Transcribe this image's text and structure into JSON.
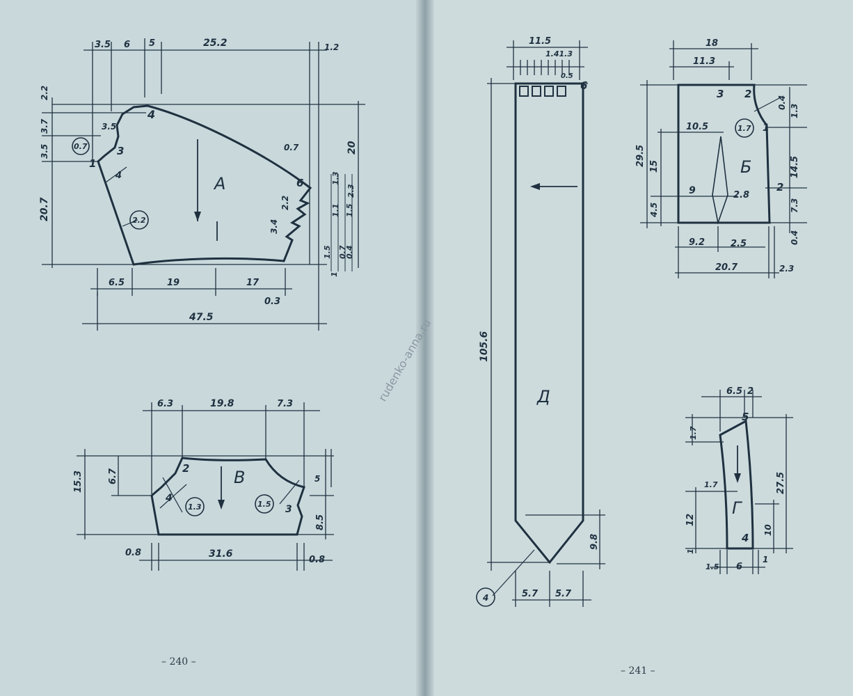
{
  "pages": {
    "left_number": "– 240 –",
    "right_number": "– 241 –"
  },
  "watermark": "rudenko-anna.ru",
  "piece_a": {
    "letter": "А",
    "dims": {
      "top_3_5": "3.5",
      "top_6": "6",
      "top_5": "5",
      "top_25_2": "25.2",
      "top_1_2": "1.2",
      "left_2_2": "2.2",
      "left_3_7": "3.7",
      "left_3_5": "3.5",
      "left_20_7": "20.7",
      "neck_3_5": "3.5",
      "right_20": "20",
      "right_0_7": "0.7",
      "bottom_6_5": "6.5",
      "bottom_19": "19",
      "bottom_17": "17",
      "bottom_0_3": "0.3",
      "bottom_47_5": "47.5",
      "side_2_2": "2.2",
      "side_3_4": "3.4",
      "side_1_5": "1.5",
      "side_1": "1",
      "col_1_3": "1.3",
      "col_2_3": "2.3",
      "col_1_1": "1.1",
      "col_1_5": "1.5",
      "col_0_7": "0.7",
      "col_0_4": "0.4"
    },
    "marks": {
      "m1": "1",
      "m3": "3",
      "m4": "4",
      "m4b": "4",
      "m6": "6"
    },
    "circles": {
      "c07": "0.7",
      "c22": "2.2"
    }
  },
  "piece_b": {
    "letter": "В",
    "dims": {
      "top_6_3": "6.3",
      "top_19_8": "19.8",
      "top_7_3": "7.3",
      "left_15_3": "15.3",
      "left_6_7": "6.7",
      "right_8_5": "8.5",
      "right_5": "5",
      "bottom_0_8_l": "0.8",
      "bottom_31_6": "31.6",
      "bottom_0_8_r": "0.8"
    },
    "marks": {
      "m2": "2",
      "m4": "4",
      "m3": "3"
    },
    "circles": {
      "c13": "1.3",
      "c15": "1.5"
    }
  },
  "piece_d": {
    "letter": "Д",
    "dims": {
      "top_11_5": "11.5",
      "top_1_4_1_3": "1.41.3",
      "top_0_5": "0.5",
      "top_6": "6",
      "left_105_6": "105.6",
      "right_9_8": "9.8",
      "bottom_5_7_l": "5.7",
      "bottom_5_7_r": "5.7"
    },
    "circles": {
      "c4": "4"
    }
  },
  "piece_be": {
    "letter": "Б",
    "dims": {
      "top_18": "18",
      "top_11_3": "11.3",
      "left_29_5": "29.5",
      "left_15": "15",
      "left_4_5": "4.5",
      "inner_10_5": "10.5",
      "inner_9": "9",
      "inner_2_8": "2.8",
      "right_1_3": "1.3",
      "right_0_4": "0.4",
      "right_14_5": "14.5",
      "right_7_3": "7.3",
      "right_0_4b": "0.4",
      "bottom_9_2": "9.2",
      "bottom_2_5": "2.5",
      "bottom_20_7": "20.7",
      "bottom_2_3": "2.3"
    },
    "marks": {
      "m3": "3",
      "m2": "2",
      "m1": "1",
      "m2b": "2"
    },
    "circles": {
      "c17": "1.7"
    }
  },
  "piece_g": {
    "letter": "Г",
    "dims": {
      "top_6_5": "6.5",
      "top_2": "2",
      "left_1_7": "1.7",
      "left_1_7b": "1.7",
      "left_12": "12",
      "left_1": "1",
      "right_27_5": "27.5",
      "right_10": "10",
      "bottom_1_5": "1.5",
      "bottom_6": "6",
      "bottom_1": "1"
    },
    "marks": {
      "m5": "5",
      "m4": "4"
    }
  }
}
